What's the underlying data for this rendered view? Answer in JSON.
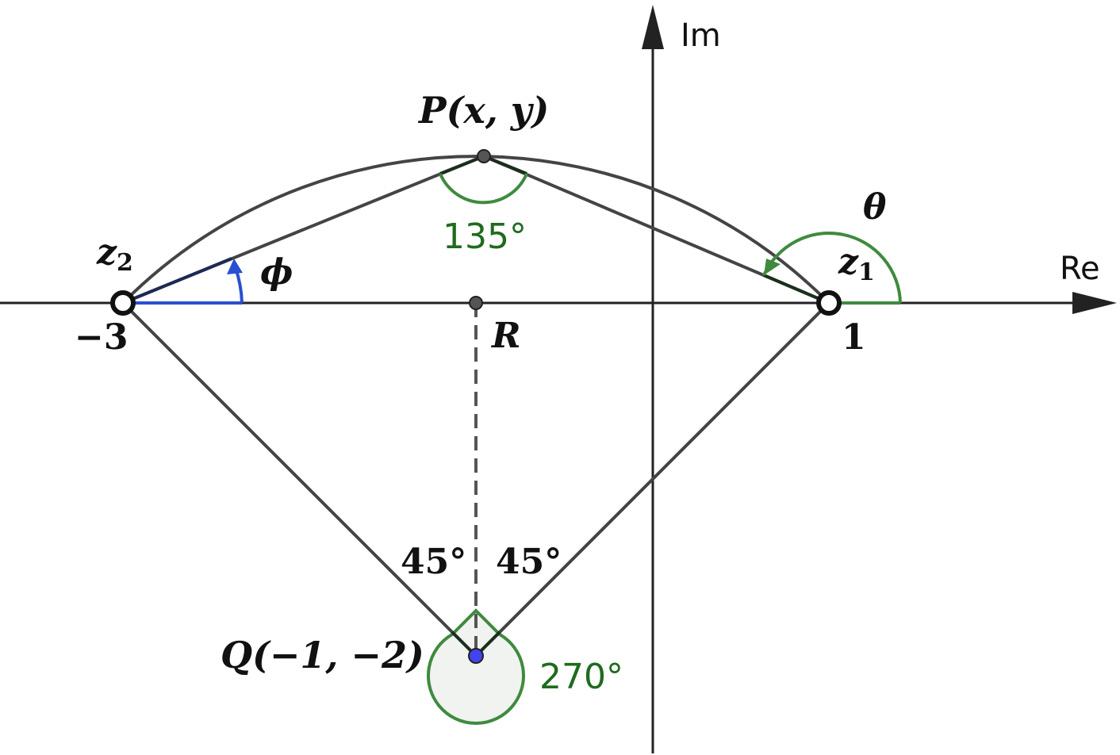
{
  "axes": {
    "real_label": "Re",
    "imag_label": "Im"
  },
  "points": {
    "z1": {
      "symbol": "z",
      "subscript": "1",
      "value_label": "1"
    },
    "z2": {
      "symbol": "z",
      "subscript": "2",
      "value_label": "−3"
    },
    "P": {
      "label": "P(x, y)"
    },
    "Q": {
      "label": "Q(−1, −2)"
    },
    "R": {
      "label": "R"
    }
  },
  "angles": {
    "theta": "θ",
    "phi": "ϕ",
    "at_P": "135°",
    "at_Q": "270°",
    "left_half": "45°",
    "right_half": "45°"
  },
  "colors": {
    "line": "#444444",
    "angle_green": "#3f8a3f",
    "angle_text": "#1f6b1f",
    "phi_blue": "#2a4fd0",
    "q_point": "#4444ee"
  }
}
